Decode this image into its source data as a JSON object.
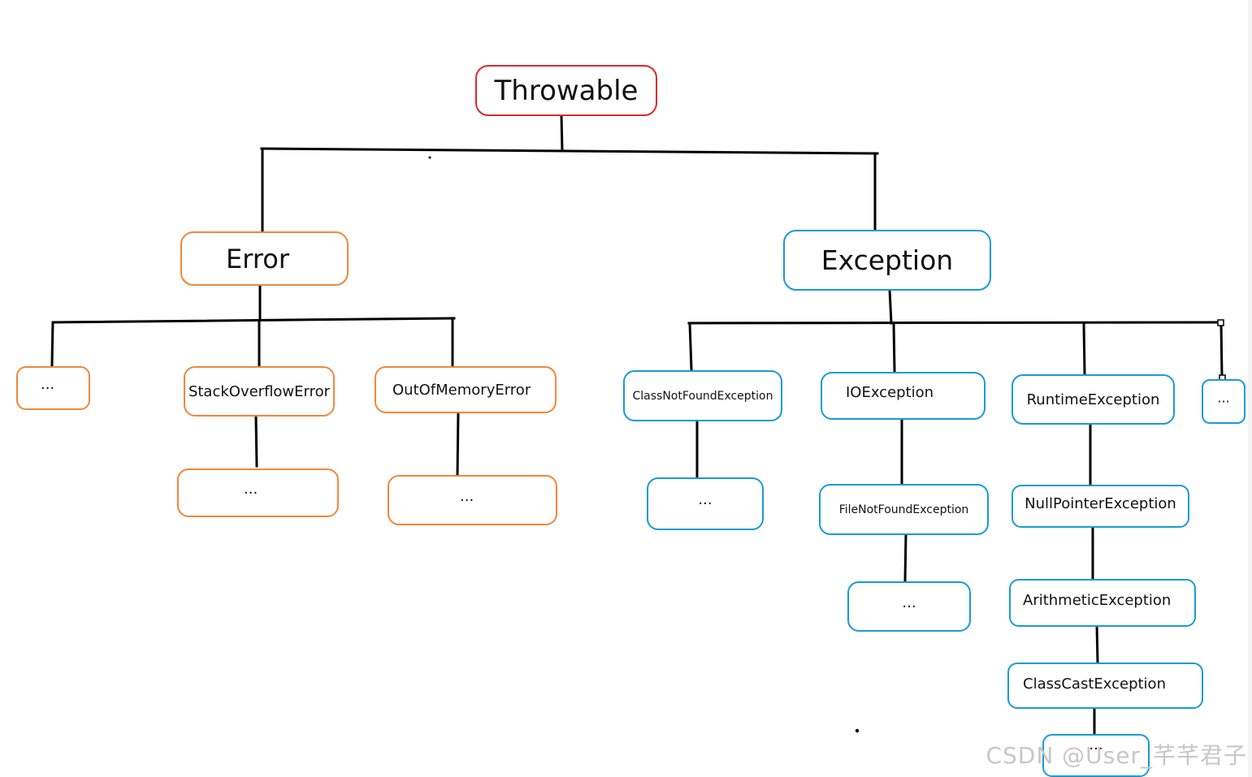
{
  "colors": {
    "root": "#e0282e",
    "error": "#f0883a",
    "exception": "#1b9ad6",
    "line": "#000000",
    "watermark": "#c7c7c7"
  },
  "nodes": {
    "throwable": "Throwable",
    "error": "Error",
    "exception": "Exception",
    "error_other": "···",
    "stack_overflow": "StackOverflowError",
    "out_of_memory": "OutOfMemoryError",
    "stack_overflow_child": "···",
    "out_of_memory_child": "···",
    "class_not_found": "ClassNotFoundException",
    "io_exception": "IOException",
    "runtime_exception": "RuntimeException",
    "exception_other": "···",
    "class_not_found_child": "···",
    "file_not_found": "FileNotFoundException",
    "file_not_found_child": "···",
    "null_pointer": "NullPointerException",
    "arithmetic": "ArithmeticException",
    "class_cast": "ClassCastException",
    "runtime_child": "···"
  },
  "watermark": "CSDN @User_芊芊君子"
}
